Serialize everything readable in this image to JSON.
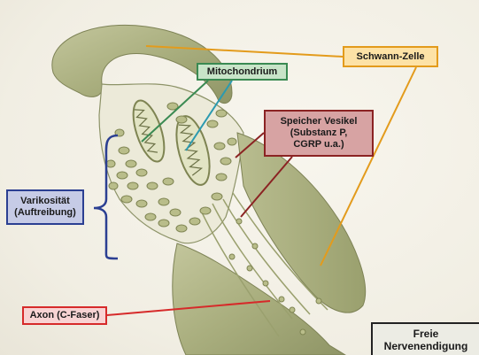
{
  "labels": {
    "mitochondrium": "Mitochondrium",
    "schwann_zelle": "Schwann-Zelle",
    "speicher_line1": "Speicher Vesikel",
    "speicher_line2": "(Substanz P,",
    "speicher_line3": "CGRP u.a.)",
    "varikositaet_line1": "Varikosität",
    "varikositaet_line2": "(Auftreibung)",
    "axon": "Axon (C-Faser)",
    "freie_line1": "Freie",
    "freie_line2": "Nervenendigung"
  },
  "colors": {
    "mitochondrium": "#3a8a52",
    "schwann_zelle": "#e39b1c",
    "speicher_vesikel": "#8b2323",
    "varikositaet": "#2b3f92",
    "axon": "#d62a2a",
    "tissue": "#a8ad7c"
  }
}
